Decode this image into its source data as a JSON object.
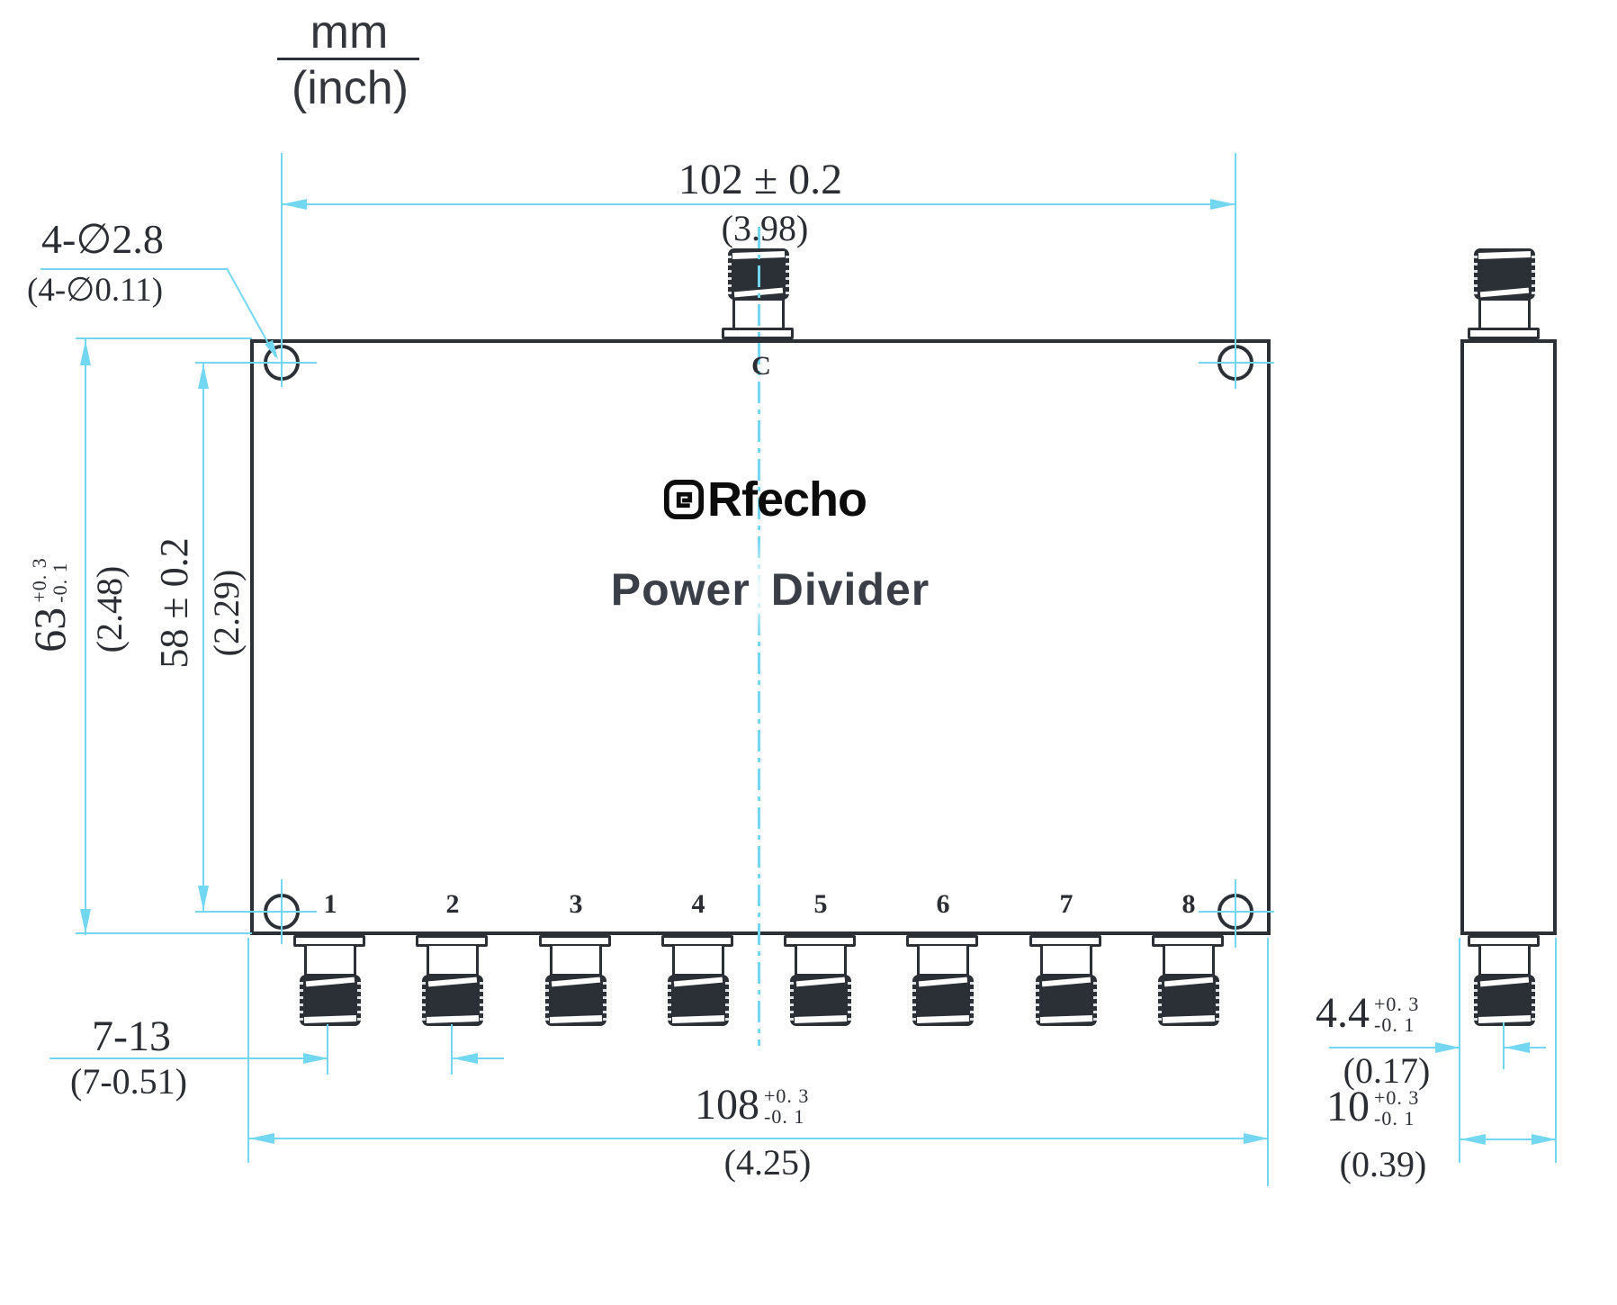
{
  "units": {
    "top": "mm",
    "bottom": "(inch)"
  },
  "branding": {
    "logo_text": "Rfecho",
    "product_title": "Power Divider"
  },
  "front_view": {
    "center_port_label": "C",
    "port_labels": [
      "1",
      "2",
      "3",
      "4",
      "5",
      "6",
      "7",
      "8"
    ]
  },
  "dims": {
    "hole_spacing_h": {
      "mm": "102 ± 0.2",
      "inch": "(3.98)"
    },
    "mounting_holes": {
      "mm": "4-∅2.8",
      "inch": "(4-∅0.11)"
    },
    "overall_height": {
      "value": "63",
      "tol_plus": "+0. 3",
      "tol_minus": "-0. 1",
      "inch": "(2.48)"
    },
    "hole_spacing_v": {
      "mm": "58 ± 0.2",
      "inch": "(2.29)"
    },
    "port_spacing": {
      "mm": "7-13",
      "inch": "(7-0.51)"
    },
    "overall_width": {
      "value": "108",
      "tol_plus": "+0. 3",
      "tol_minus": "-0. 1",
      "inch": "(4.25)"
    },
    "connector_offset": {
      "value": "4.4",
      "tol_plus": "+0. 3",
      "tol_minus": "-0. 1",
      "inch": "(0.17)"
    },
    "overall_depth": {
      "value": "10",
      "tol_plus": "+0. 3",
      "tol_minus": "-0. 1",
      "inch": "(0.39)"
    }
  },
  "colors": {
    "dimension_cyan": "#74d7f2",
    "line_ink": "#2b2f36",
    "title_gray": "#3a3f47"
  },
  "icons": {
    "logo_icon": "square-spiral-e"
  }
}
